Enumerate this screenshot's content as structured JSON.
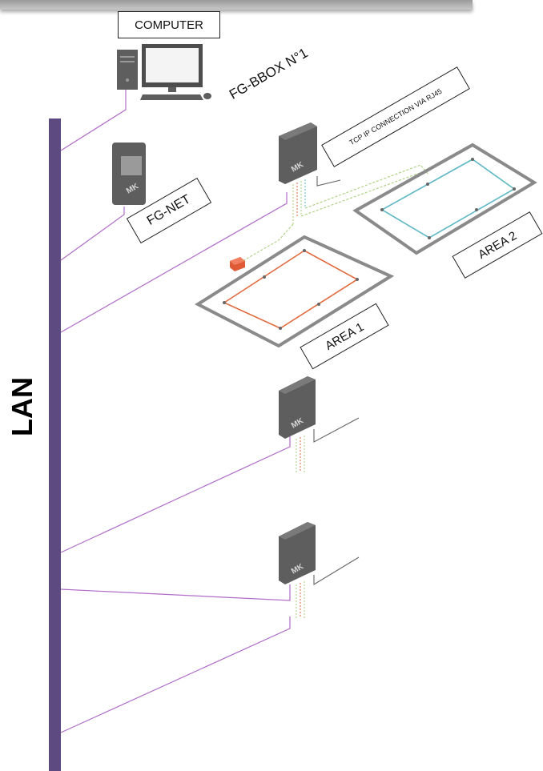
{
  "labels": {
    "computer": "COMPUTER",
    "lan": "LAN",
    "fg_net": "FG-NET",
    "fg_bbox": "FG-BBOX N°1",
    "tcp_connection": "TCP IP CONNECTION VIA RJ45",
    "area1": "AREA 1",
    "area2": "AREA 2",
    "device_logo": "MK"
  },
  "colors": {
    "lan_bus": "#5c4a80",
    "lan_link": "#b06cc8",
    "device": "#5e5e5e",
    "area1_cable": "#e06a3c",
    "area2_cable": "#5fb8c4",
    "fence": "#8a8a8a",
    "data_line": "#a8cf7a",
    "sensor": "#e05a38"
  },
  "icons": [
    "computer-icon",
    "fg-net-device-icon",
    "fg-bbox-device-icon",
    "sensor-icon"
  ]
}
